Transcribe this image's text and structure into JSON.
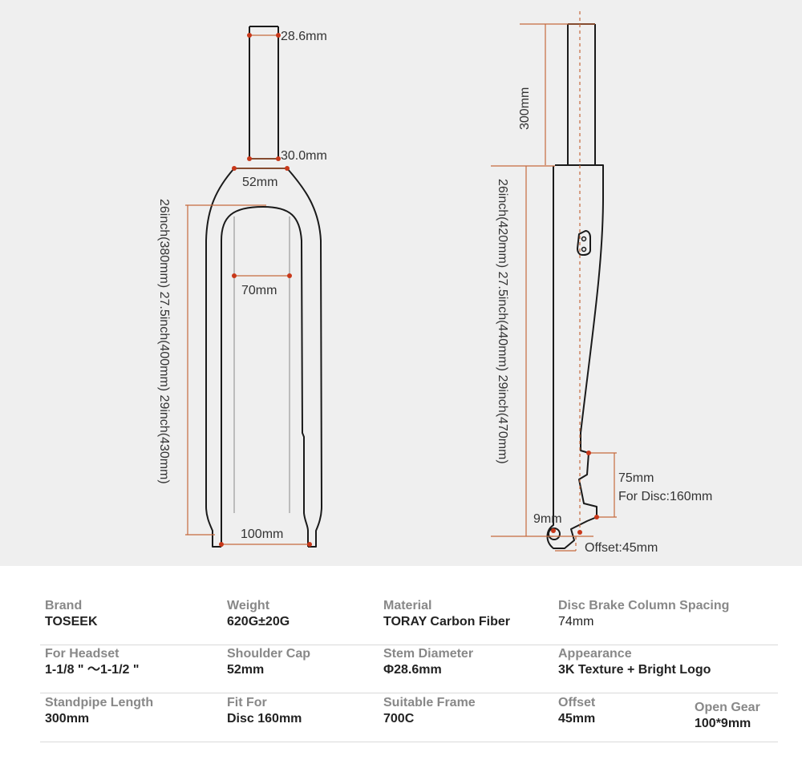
{
  "colors": {
    "background": "#efefef",
    "outline": "#1a1a1a",
    "dimension_line": "#c56a3e",
    "dimension_dot": "#c8381a",
    "spec_label": "#888888",
    "spec_value": "#222222"
  },
  "front_view": {
    "steerer_diameter": "28.6mm",
    "steerer_base": "30.0mm",
    "crown_width": "52mm",
    "inner_width": "70mm",
    "axle_spacing": "100mm",
    "height_label": "26inch(380mm) 27.5inch(400mm) 29inch(430mm)"
  },
  "side_view": {
    "steerer_length": "300mm",
    "height_label": "26inch(420mm) 27.5inch(440mm) 29inch(470mm)",
    "mount_spacing": "75mm",
    "disc_note": "For Disc:160mm",
    "dropout_label": "9mm",
    "offset_label": "Offset:45mm"
  },
  "specs": {
    "rows": [
      [
        {
          "label": "Brand",
          "value": "TOSEEK"
        },
        {
          "label": "Weight",
          "value": "620G±20G"
        },
        {
          "label": "Material",
          "value": "TORAY Carbon Fiber"
        },
        {
          "label": "Disc Brake Column Spacing",
          "value": "74mm"
        }
      ],
      [
        {
          "label": "For Headset",
          "value": "1-1/8 \" ～1-1/2 \""
        },
        {
          "label": "Shoulder Cap",
          "value": "52mm"
        },
        {
          "label": "Stem Diameter",
          "value": "Φ28.6mm"
        },
        {
          "label": "Appearance",
          "value": "3K Texture + Bright Logo"
        }
      ],
      [
        {
          "label": "Standpipe Length",
          "value": "300mm"
        },
        {
          "label": "Fit For",
          "value": "Disc 160mm"
        },
        {
          "label": "Suitable Frame",
          "value": "700C"
        },
        {
          "label": "Offset",
          "value": "45mm"
        },
        {
          "label": "Open Gear",
          "value": "100*9mm"
        }
      ]
    ]
  }
}
